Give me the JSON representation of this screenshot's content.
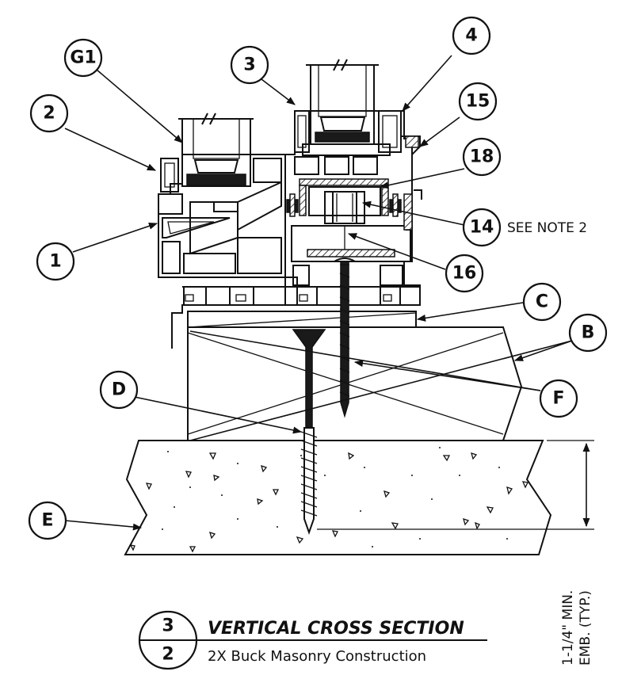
{
  "callouts": {
    "g1": "G1",
    "c2": "2",
    "c1": "1",
    "c3": "3",
    "c4": "4",
    "c15": "15",
    "c18": "18",
    "c14": "14",
    "c16": "16",
    "cC": "C",
    "cB": "B",
    "cF": "F",
    "cD": "D",
    "cE": "E"
  },
  "notes": {
    "see_note": "SEE NOTE 2"
  },
  "dimension": {
    "line1": "1-1/4\" MIN.",
    "line2": "EMB. (TYP.)"
  },
  "title_block": {
    "detail_number": "3",
    "sheet_number": "2",
    "title": "VERTICAL CROSS SECTION",
    "subtitle": "2X Buck Masonry Construction"
  }
}
